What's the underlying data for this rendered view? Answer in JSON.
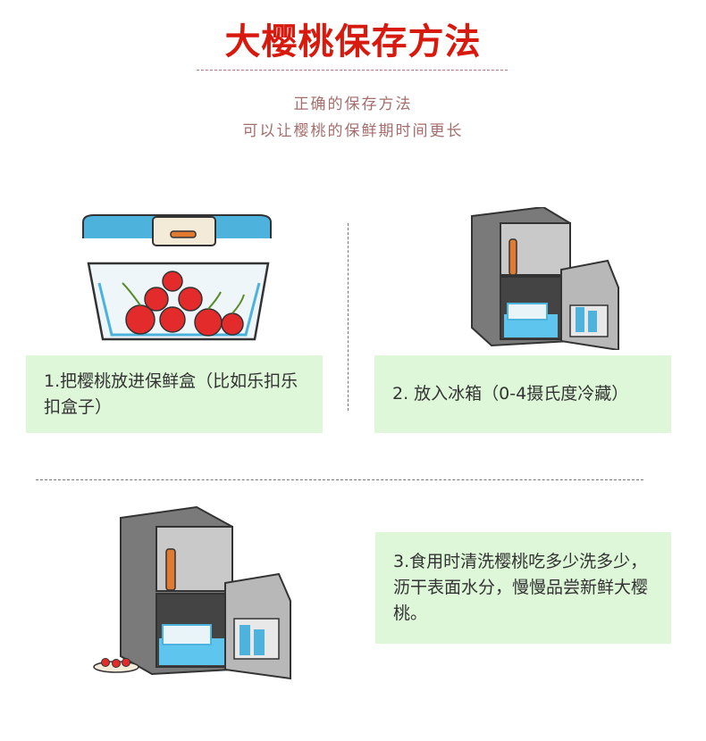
{
  "title": "大樱桃保存方法",
  "subtitle": [
    "正确的保存方法",
    "可以让樱桃的保鲜期时间更长"
  ],
  "steps": [
    {
      "text": "1.把樱桃放进保鲜盒（比如乐扣乐扣盒子）",
      "illustration": "container-icon"
    },
    {
      "text": "2. 放入冰箱（0-4摄氏度冷藏）",
      "illustration": "fridge-icon"
    },
    {
      "text": "3.食用时清洗樱桃吃多少洗多少，沥干表面水分，慢慢品尝新鲜大樱桃。",
      "illustration": "fridge-with-cherries-icon"
    }
  ],
  "colors": {
    "title": "#d7190e",
    "box": "#ddf7d8",
    "subtitle": "#a56e6c"
  }
}
